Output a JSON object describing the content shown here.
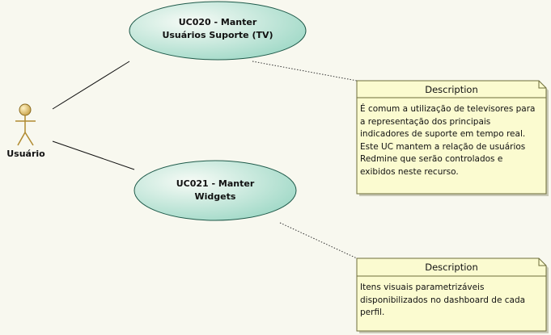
{
  "actor": {
    "label": "Usuário"
  },
  "use_cases": [
    {
      "id": "uc020",
      "line1": "UC020 - Manter",
      "line2": "Usuários Suporte (TV)"
    },
    {
      "id": "uc021",
      "line1": "UC021 - Manter",
      "line2": "Widgets"
    }
  ],
  "notes": [
    {
      "title": "Description",
      "text": "É comum a utilização de televisores para\na representação dos principais\nindicadores de suporte em tempo real.\nEste UC mantem a relação de usuários\nRedmine que serão controlados e\nexibidos neste recurso."
    },
    {
      "title": "Description",
      "text": "Itens visuais parametrizáveis\ndisponibilizados no dashboard de cada\nperfil."
    }
  ],
  "colors": {
    "background": "#f8f8ef",
    "use_case_fill_light": "#f7fbf6",
    "use_case_fill_dark": "#9ed8c6",
    "use_case_stroke": "#1f5a4a",
    "note_fill": "#fbfbd0",
    "note_stroke": "#6e6e3a",
    "actor_head": "#c9a34a"
  }
}
